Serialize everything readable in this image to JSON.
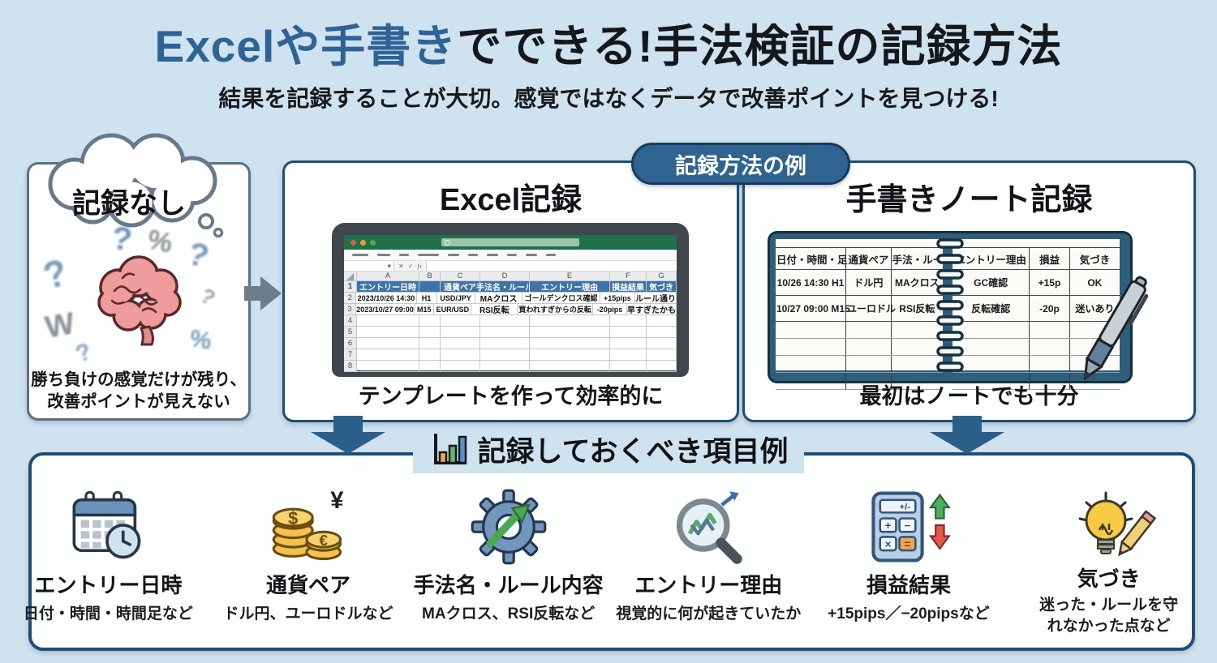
{
  "colors": {
    "page_bg": "#cfe2ef",
    "accent_navy": "#1f4e74",
    "badge_blue": "#2f6390",
    "title_blue": "#2f6396",
    "excel_green": "#20704a",
    "excel_header_blue": "#3e73a6",
    "arrow_gray": "#6b7d8b"
  },
  "header": {
    "title_highlight": "Excelや手書き",
    "title_rest": "でできる!手法検証の記録方法",
    "subtitle": "結果を記録することが大切。感覚ではなくデータで改善ポイントを見つける!"
  },
  "badge": {
    "label": "記録方法の例"
  },
  "no_record": {
    "bubble": "記録なし",
    "caption1": "勝ち負けの感覚だけが残り、",
    "caption2": "改善ポイントが見えない",
    "symbols": [
      "?",
      "?",
      "%",
      "?",
      "?",
      "W",
      "%",
      "?"
    ]
  },
  "excel": {
    "title": "Excel記録",
    "caption": "テンプレートを作って効率的に",
    "sheet": {
      "name_box_arrow": "▾",
      "cancel_icon": "✕",
      "accept_icon": "✓",
      "fx_icon": "fx",
      "letters": [
        "A",
        "B",
        "C",
        "D",
        "E",
        "F",
        "G"
      ],
      "row_numbers": [
        "1",
        "2",
        "3",
        "4",
        "5",
        "6",
        "7",
        "8"
      ],
      "headers": [
        "エントリー日時",
        "",
        "通貨ペア",
        "手法名・ルール",
        "エントリー理由",
        "損益結果",
        "気づき"
      ],
      "rows": [
        [
          "2023/10/26 14:30",
          "H1",
          "USD/JPY",
          "MAクロス",
          "ゴールデンクロス確認",
          "+15pips",
          "ルール通り"
        ],
        [
          "2023/10/27 09:00",
          "M15",
          "EUR/USD",
          "RSI反転",
          "買われすぎからの反転",
          "-20pips",
          "早すぎたかも"
        ]
      ]
    }
  },
  "notebook": {
    "title": "手書きノート記録",
    "caption": "最初はノートでも十分",
    "left_page": {
      "headers": [
        "日付・時間・足",
        "通貨ペア",
        "手法・ルール"
      ],
      "rows": [
        [
          "10/26 14:30 H1",
          "ドル円",
          "MAクロス"
        ],
        [
          "10/27 09:00 M15",
          "ユーロドル",
          "RSI反転"
        ]
      ]
    },
    "right_page": {
      "headers": [
        "エントリー理由",
        "損益",
        "気づき"
      ],
      "rows": [
        [
          "GC確認",
          "+15p",
          "OK"
        ],
        [
          "反転確認",
          "-20p",
          "迷いあり"
        ]
      ]
    }
  },
  "items_section": {
    "heading": "記録しておくべき項目例",
    "items": [
      {
        "icon": "calendar-clock-icon",
        "title": "エントリー日時",
        "desc": "日付・時間・時間足など"
      },
      {
        "icon": "coins-icon",
        "title": "通貨ペア",
        "desc": "ドル円、ユーロドルなど"
      },
      {
        "icon": "gear-chart-icon",
        "title": "手法名・ルール内容",
        "desc": "MAクロス、RSI反転など"
      },
      {
        "icon": "magnifier-chart-icon",
        "title": "エントリー理由",
        "desc": "視覚的に何が起きていたか"
      },
      {
        "icon": "calculator-icon",
        "title": "損益結果",
        "desc": "+15pips／−20pipsなど"
      },
      {
        "icon": "lightbulb-pencil-icon",
        "title": "気づき",
        "desc": "迷った・ルールを守れなかった点など"
      }
    ],
    "currency_symbols": [
      "$",
      "¥",
      "€"
    ],
    "calc_display": "+/-",
    "calc_buttons": [
      "+",
      "−",
      "×",
      "="
    ]
  }
}
